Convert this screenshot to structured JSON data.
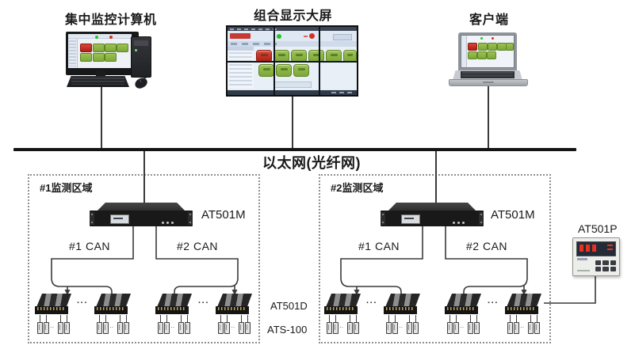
{
  "diagram": {
    "nodes": {
      "monitoring_computer": "集中监控计算机",
      "display_wall": "组合显示大屏",
      "client": "客户端",
      "ethernet": "以太网(光纤网)",
      "area1": "#1监测区域",
      "area2": "#2监测区域",
      "can1": "#1 CAN",
      "can2": "#2 CAN",
      "gateway": "AT501M",
      "collector": "AT501D",
      "sensor": "ATS-100",
      "panel": "AT501P",
      "ellipsis": "···",
      "probe_ellipsis": "··"
    },
    "colors": {
      "bus": "#141414",
      "line": "#3a3a3a",
      "zone_border": "#8f8f8f",
      "green_button": "#85b43d",
      "red_button": "#c5261b",
      "green_led": "#27c427",
      "red_led": "#d92f23",
      "panel_digit": "#e8311f",
      "device_body": "#191919"
    }
  }
}
